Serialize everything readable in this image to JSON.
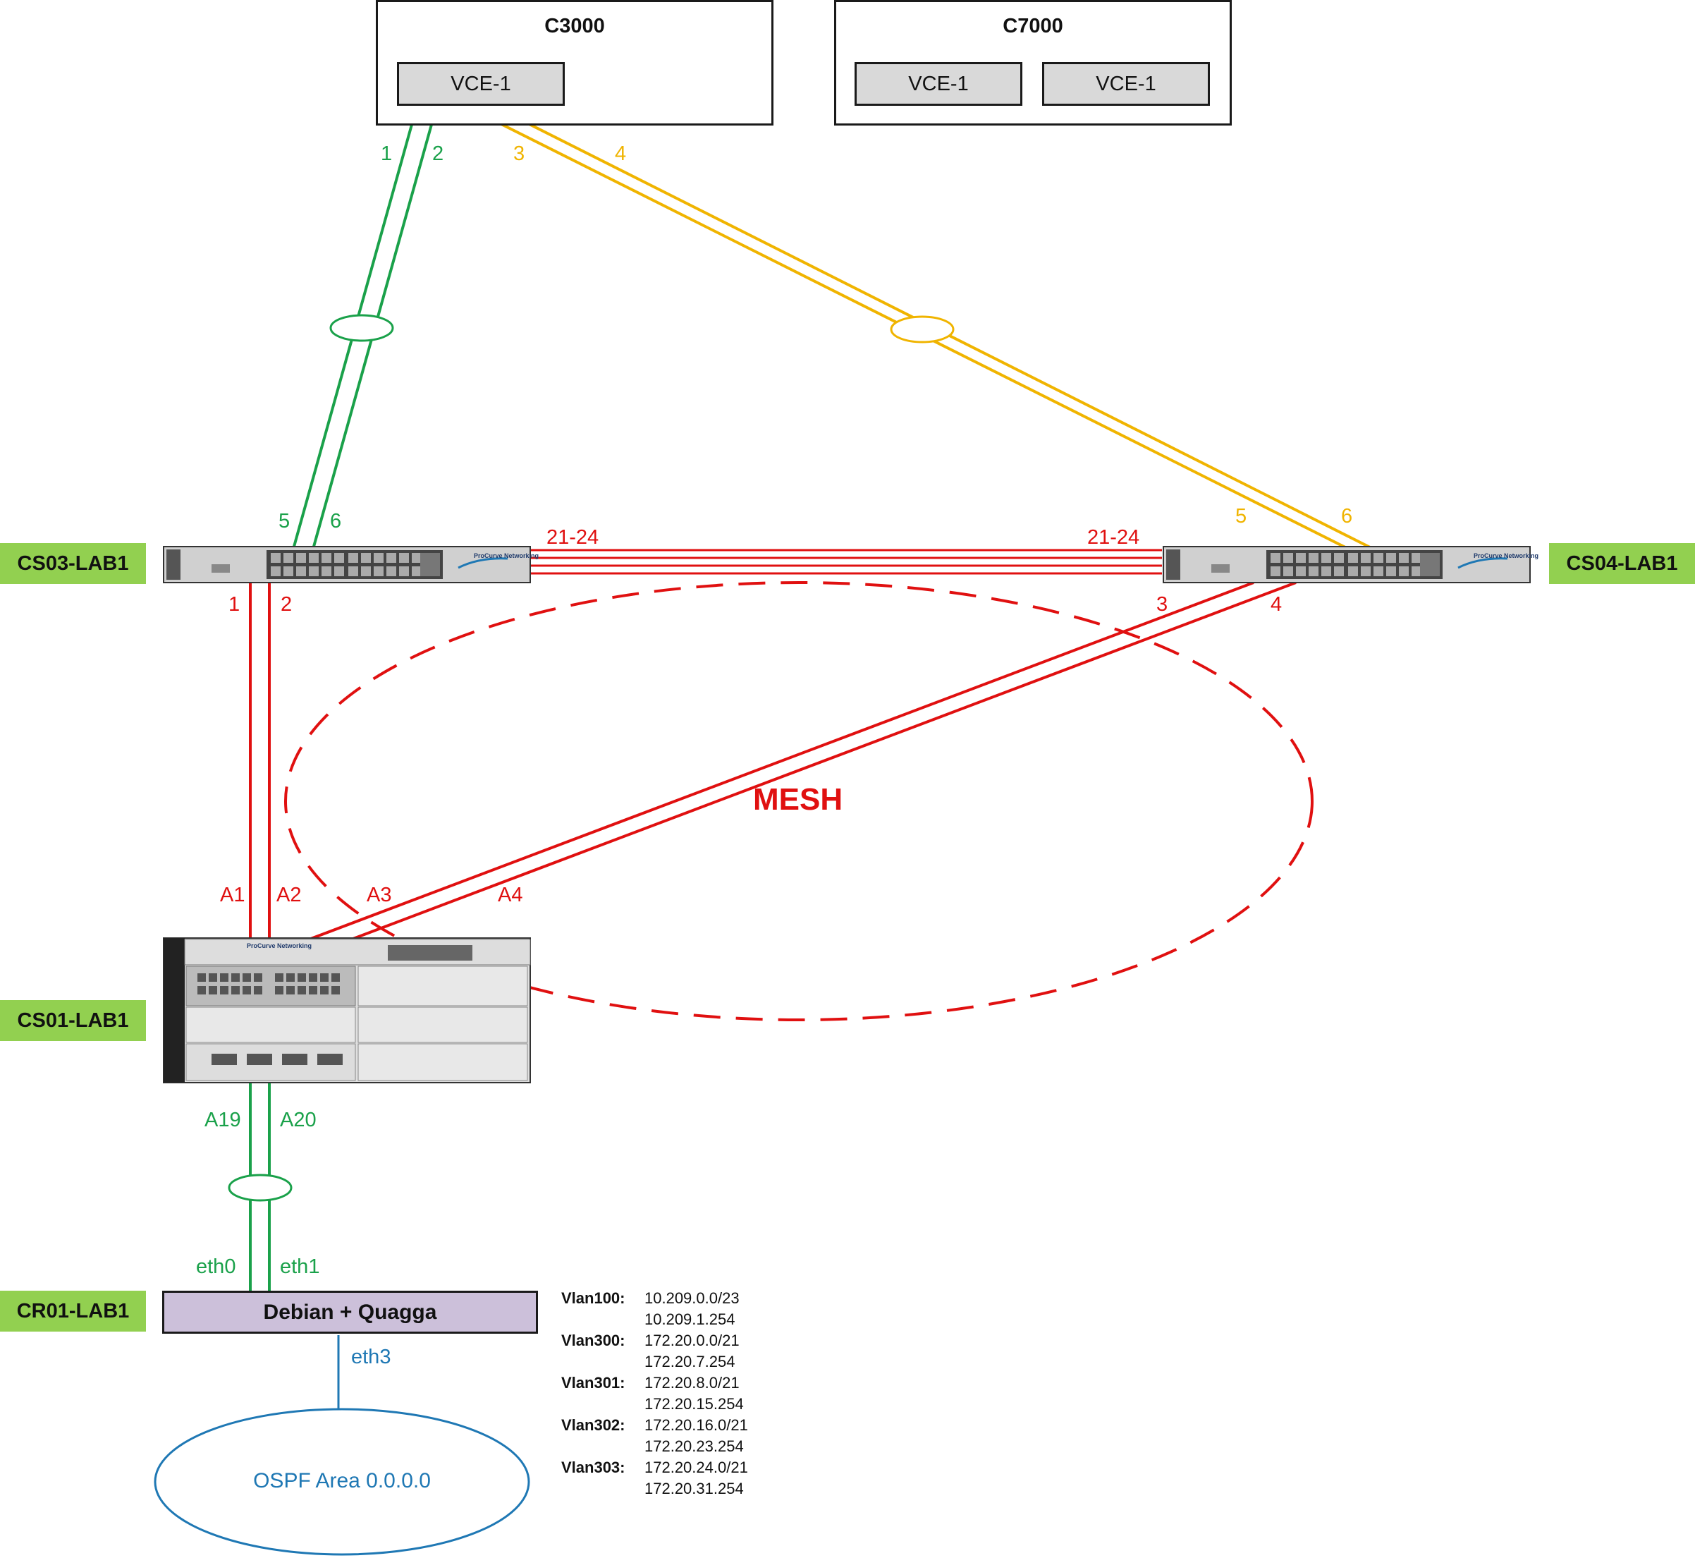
{
  "chassis": [
    {
      "title": "C3000",
      "modules": [
        "VCE-1"
      ]
    },
    {
      "title": "C7000",
      "modules": [
        "VCE-1",
        "VCE-1"
      ]
    }
  ],
  "switches": {
    "cs03": {
      "tag": "CS03-LAB1",
      "brand": "ProCurve Networking"
    },
    "cs04": {
      "tag": "CS04-LAB1",
      "brand": "ProCurve Networking"
    },
    "cs01": {
      "tag": "CS01-LAB1",
      "brand": "ProCurve Networking"
    }
  },
  "router": {
    "tag": "CR01-LAB1",
    "name": "Debian + Quagga"
  },
  "links": {
    "c3000_cs03": [
      "1",
      "2",
      "5",
      "6"
    ],
    "c3000_cs04": [
      "3",
      "4",
      "5",
      "6"
    ],
    "cs03_cs04": [
      "21-24",
      "21-24"
    ],
    "cs03_cs01": [
      "1",
      "2",
      "A1",
      "A2"
    ],
    "cs04_cs01": [
      "3",
      "4",
      "A3",
      "A4"
    ],
    "cs01_cr01": [
      "A19",
      "A20",
      "eth0",
      "eth1"
    ],
    "cr01_ospf": "eth3"
  },
  "mesh_label": "MESH",
  "ospf_label": "OSPF Area 0.0.0.0",
  "vlans": [
    {
      "name": "Vlan100:",
      "subnet": "10.209.0.0/23",
      "gateway": "10.209.1.254"
    },
    {
      "name": "Vlan300:",
      "subnet": "172.20.0.0/21",
      "gateway": "172.20.7.254"
    },
    {
      "name": "Vlan301:",
      "subnet": "172.20.8.0/21",
      "gateway": "172.20.15.254"
    },
    {
      "name": "Vlan302:",
      "subnet": "172.20.16.0/21",
      "gateway": "172.20.23.254"
    },
    {
      "name": "Vlan303:",
      "subnet": "172.20.24.0/21",
      "gateway": "172.20.31.254"
    }
  ],
  "colors": {
    "green": "#1aa14a",
    "yellow": "#f0b400",
    "red": "#e01010",
    "blue": "#1f78b4",
    "tag": "#92d050",
    "router": "#ccc0da"
  }
}
